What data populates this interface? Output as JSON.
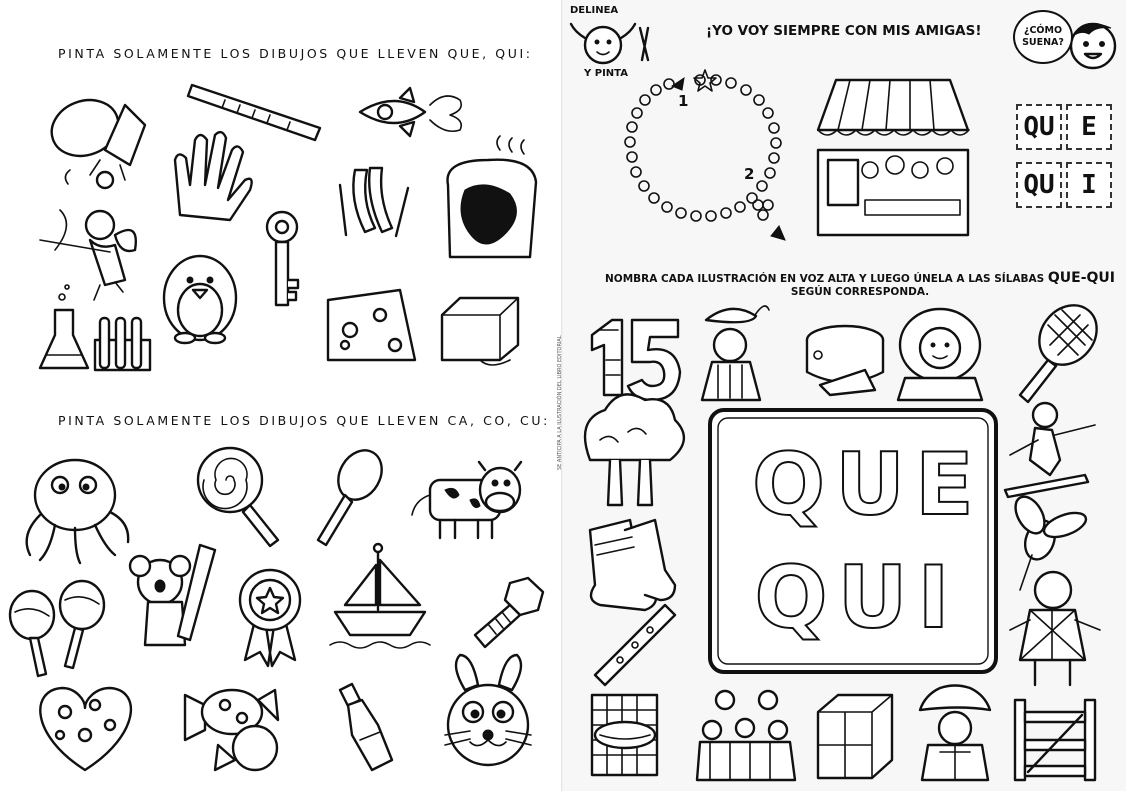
{
  "left_page": {
    "instruction_top": "PINTA SOLAMENTE LOS DIBUJOS QUE LLEVEN QUE, QUI:",
    "instruction_bottom": "PINTA SOLAMENTE LOS DIBUJOS QUE LLEVEN CA, CO, CU:"
  },
  "right_page": {
    "logo_line1": "DELINEA",
    "logo_line2": "Y PINTA",
    "title": "¡YO VOY SIEMPRE CON MIS AMIGAS!",
    "bubble_text": "¿CÓMO SUENA?",
    "trace_step_1": "1",
    "trace_step_2": "2",
    "syllable_rows": [
      {
        "first": "QU",
        "second": "E"
      },
      {
        "first": "QU",
        "second": "I"
      }
    ],
    "instruction_line1": "NOMBRA CADA ILUSTRACIÓN EN VOZ ALTA Y LUEGO ÚNELA A LAS SÍLABAS",
    "instruction_emphasis": "QUE-QUI",
    "instruction_line2": "SEGÚN CORRESPONDA.",
    "center_word_1": "QUE",
    "center_word_2": "QUI",
    "footer_number": "15",
    "side_legal": "SE ANTICIPA A LA ILUSTRACIÓN DEL LIBRO EDITORIAL"
  },
  "icons": [
    "egg-icon",
    "flute-icon",
    "rocket-icon",
    "glove-icon",
    "skewer-icon",
    "toast-icon",
    "cupid-icon",
    "key-icon",
    "penguin-icon",
    "flask-icon",
    "test-tubes-icon",
    "cheese-icon",
    "cube-icon",
    "octopus-icon",
    "lollipop-icon",
    "spoon-icon",
    "cow-icon",
    "koala-icon",
    "rosette-icon",
    "sailboat-icon",
    "bolt-icon",
    "maracas-icon",
    "heart-icon",
    "candy-icon",
    "bottle-icon",
    "rabbit-icon",
    "trees-icon",
    "socks-icon",
    "flute-icon",
    "hunter-icon",
    "cheese-icon",
    "kid-icon",
    "racket-icon",
    "skier-icon",
    "mosquito-icon",
    "harlequin-icon",
    "sandwich-icon",
    "team-icon",
    "box-icon",
    "cowboy-icon",
    "gate-icon"
  ]
}
